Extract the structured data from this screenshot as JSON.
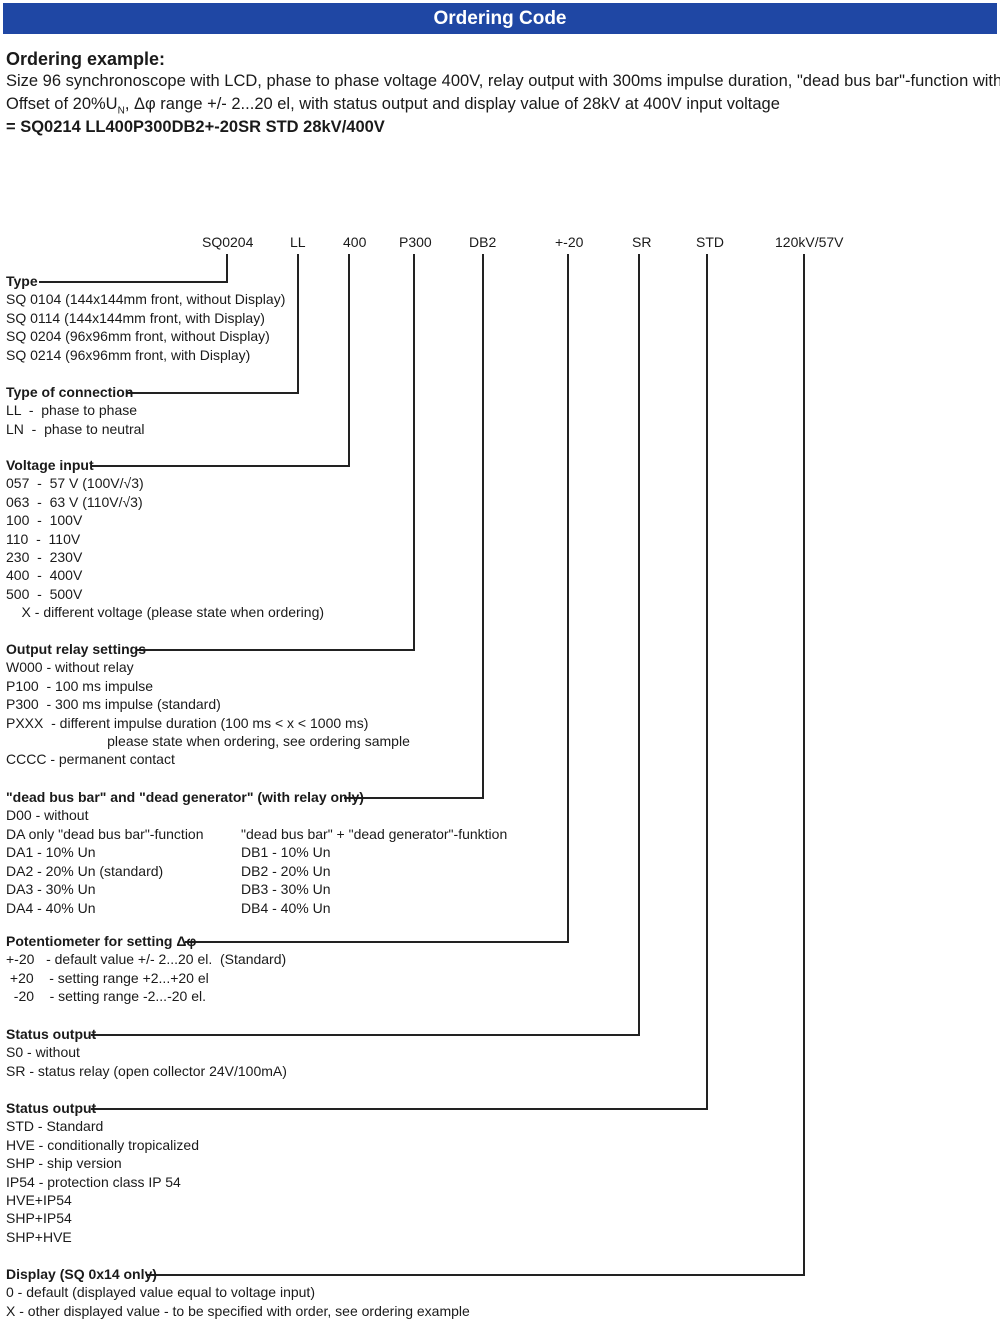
{
  "header": {
    "title": "Ordering Code"
  },
  "example": {
    "heading": "Ordering example:",
    "line1": "Size 96 synchronoscope with LCD, phase to phase voltage 400V, relay output with 300ms impulse duration, \"dead bus bar\"-function with",
    "line2_a": "Offset of 20%U",
    "line2_sub": "N",
    "line2_b": ", Δφ range +/- 2...20 el, with status output and display value of 28kV at 400V input voltage",
    "result": "= SQ0214 LL400P300DB2+-20SR STD 28kV/400V"
  },
  "code_parts": [
    "SQ0204",
    "LL",
    "400",
    "P300",
    "DB2",
    "+-20",
    "SR",
    "STD",
    "120kV/57V"
  ],
  "sections": {
    "type": {
      "title": "Type",
      "lines": [
        "SQ 0104 (144x144mm front, without Display)",
        "SQ 0114 (144x144mm front, with Display)",
        "SQ 0204 (96x96mm front, without Display)",
        "SQ 0214 (96x96mm front, with Display)"
      ]
    },
    "connection": {
      "title": "Type of connection",
      "lines": [
        "LL  -  phase to phase",
        "LN  -  phase to neutral"
      ]
    },
    "voltage": {
      "title": "Voltage input",
      "lines": [
        "057  -  57 V (100V/√3)",
        "063  -  63 V (110V/√3)",
        "100  -  100V",
        "110  -  110V",
        "230  -  230V",
        "400  -  400V",
        "500  -  500V",
        "    X - different voltage (please state when ordering)"
      ]
    },
    "relay": {
      "title": "Output relay settings",
      "lines": [
        "W000 - without relay",
        "P100  - 100 ms impulse",
        "P300  - 300 ms impulse (standard)",
        "PXXX  - different impulse duration (100 ms < x < 1000 ms)",
        "                          please state when ordering, see ordering sample",
        "CCCC - permanent contact"
      ]
    },
    "deadbus": {
      "title": "\"dead bus bar\" and \"dead generator\" (with relay only)",
      "line0": "D00 - without",
      "left": [
        "DA only \"dead bus bar\"-function",
        "DA1 - 10% Un",
        "DA2 - 20% Un (standard)",
        "DA3 - 30% Un",
        "DA4 - 40% Un"
      ],
      "right": [
        "\"dead bus bar\" + \"dead generator\"-funktion",
        "DB1 - 10% Un",
        "DB2 - 20% Un",
        "DB3 - 30% Un",
        "DB4 - 40% Un"
      ]
    },
    "poti": {
      "title": "Potentiometer for setting Δφ",
      "lines": [
        "+-20   - default value +/- 2...20 el.  (Standard)",
        " +20    - setting range +2...+20 el",
        "  -20    - setting range -2...-20 el."
      ]
    },
    "status": {
      "title": "Status output",
      "lines": [
        "S0 - without",
        "SR - status relay (open collector 24V/100mA)"
      ]
    },
    "status2": {
      "title": "Status output",
      "lines": [
        "STD - Standard",
        "HVE - conditionally tropicalized",
        "SHP - ship version",
        "IP54 - protection class IP 54",
        "HVE+IP54",
        "SHP+IP54",
        "SHP+HVE"
      ]
    },
    "display": {
      "title": "Display (SQ 0x14 only)",
      "lines": [
        "0 - default (displayed value equal to voltage input)",
        "X - other displayed value - to be specified with order, see ordering example"
      ]
    }
  }
}
